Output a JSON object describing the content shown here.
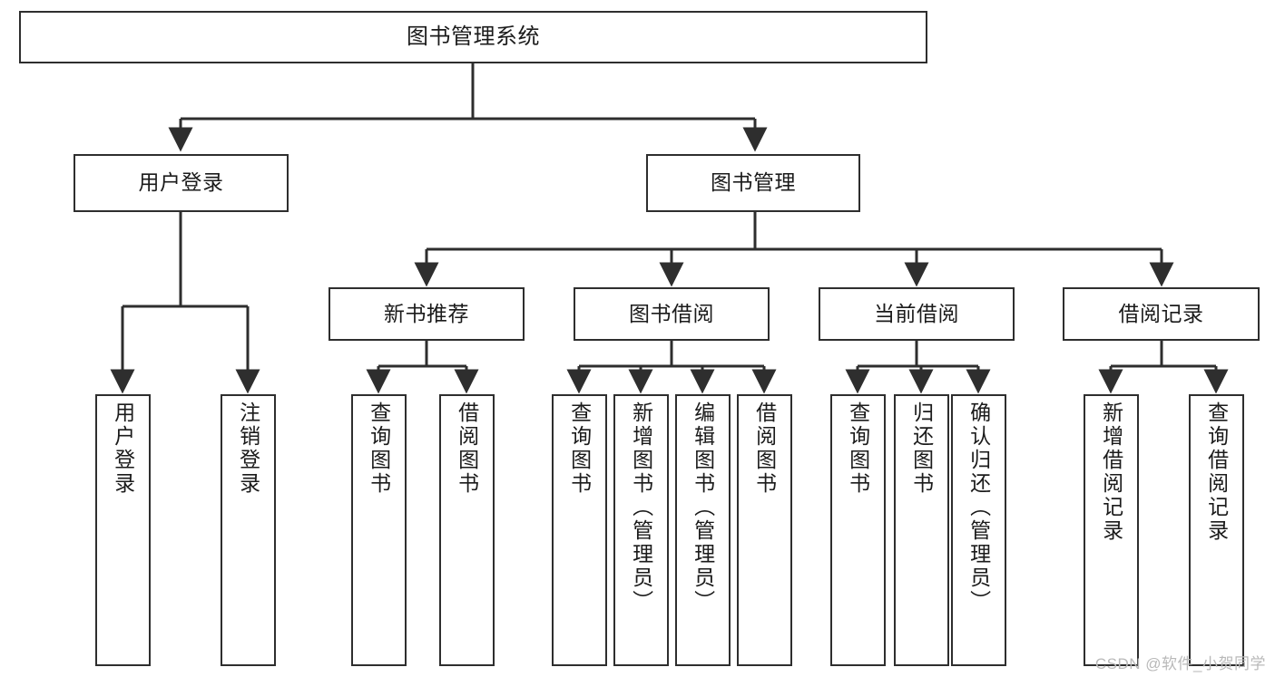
{
  "diagram": {
    "title": "图书管理系统",
    "root": {
      "label": "图书管理系统"
    },
    "level1": [
      {
        "label": "用户登录"
      },
      {
        "label": "图书管理"
      }
    ],
    "level2": [
      {
        "label": "新书推荐"
      },
      {
        "label": "图书借阅"
      },
      {
        "label": "当前借阅"
      },
      {
        "label": "借阅记录"
      }
    ],
    "leaves": [
      {
        "label": "用户登录"
      },
      {
        "label": "注销登录"
      },
      {
        "label": "查询图书"
      },
      {
        "label": "借阅图书"
      },
      {
        "label": "查询图书"
      },
      {
        "label": "新增图书（管理员）"
      },
      {
        "label": "编辑图书（管理员）"
      },
      {
        "label": "借阅图书"
      },
      {
        "label": "查询图书"
      },
      {
        "label": "归还图书"
      },
      {
        "label": "确认归还（管理员）"
      },
      {
        "label": "新增借阅记录"
      },
      {
        "label": "查询借阅记录"
      }
    ]
  },
  "watermark": {
    "text": "CSDN @软件_小贺同学"
  },
  "colors": {
    "stroke": "#2e2e2e",
    "background": "#ffffff",
    "text": "#1b1b1b",
    "watermark": "#b9b9b9"
  }
}
